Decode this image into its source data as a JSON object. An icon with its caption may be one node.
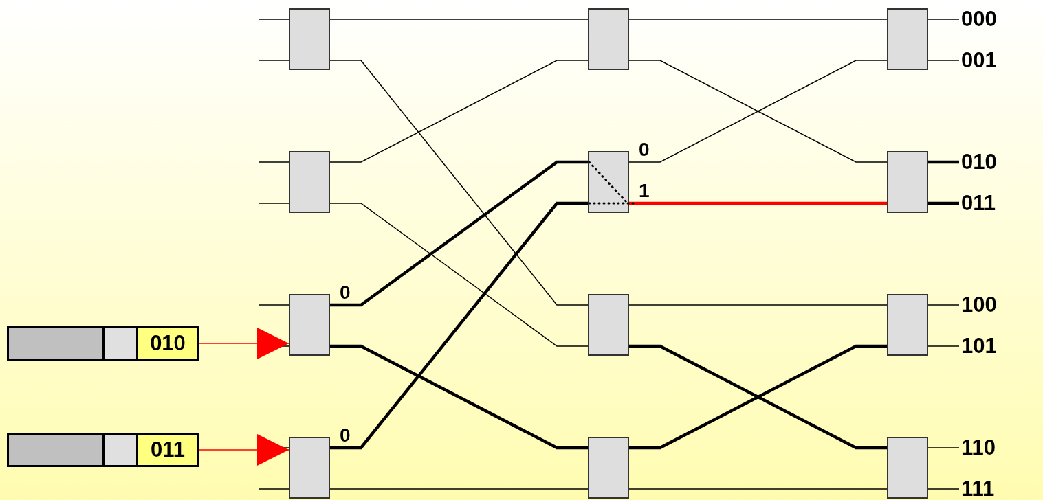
{
  "diagram": {
    "nodes": [
      {
        "text": [],
        "shape": "box"
      },
      {
        "text": [],
        "shape": "box"
      },
      {
        "text": [],
        "shape": "box"
      },
      {
        "text": [],
        "shape": "box"
      },
      {
        "text": [],
        "shape": "box"
      },
      {
        "text": [],
        "shape": "box"
      },
      {
        "text": [],
        "shape": "box"
      },
      {
        "text": [],
        "shape": "box"
      },
      {
        "text": [],
        "shape": "box"
      },
      {
        "text": [],
        "shape": "box"
      },
      {
        "text": [],
        "shape": "box"
      },
      {
        "text": [],
        "shape": "box"
      },
      {
        "text": [
          "000"
        ]
      },
      {
        "text": [
          "001"
        ]
      },
      {
        "text": [
          "010"
        ]
      },
      {
        "text": [
          "011"
        ]
      },
      {
        "text": [
          "100"
        ]
      },
      {
        "text": [
          "101"
        ]
      },
      {
        "text": [
          "110"
        ]
      },
      {
        "text": [
          "111"
        ]
      },
      {
        "text": [
          "010"
        ]
      },
      {
        "text": [
          "011"
        ]
      }
    ],
    "edges": [
      {
        "from": null,
        "to": 0,
        "arrow": "none"
      },
      {
        "from": null,
        "to": 0,
        "arrow": "none"
      },
      {
        "from": null,
        "to": 1,
        "arrow": "none"
      },
      {
        "from": null,
        "to": 1,
        "arrow": "none"
      },
      {
        "from": null,
        "to": 2,
        "arrow": "none"
      },
      {
        "from": null,
        "to": 2,
        "arrow": "none"
      },
      {
        "from": null,
        "to": 3,
        "arrow": "none"
      },
      {
        "from": null,
        "to": 3,
        "arrow": "none"
      },
      {
        "from": 0,
        "to": 4,
        "arrow": "none"
      },
      {
        "from": 0,
        "to": 6,
        "arrow": "none"
      },
      {
        "from": 1,
        "to": 4,
        "arrow": "none"
      },
      {
        "from": 1,
        "to": 6,
        "arrow": "none"
      },
      {
        "from": 2,
        "to": 5,
        "arrow": "none",
        "label": "0",
        "style": "thick"
      },
      {
        "from": 2,
        "to": 7,
        "arrow": "none",
        "style": "thick"
      },
      {
        "from": 3,
        "to": 5,
        "arrow": "none",
        "label": "0",
        "style": "thick"
      },
      {
        "from": 3,
        "to": 7,
        "arrow": "none"
      },
      {
        "from": 4,
        "to": 8,
        "arrow": "none"
      },
      {
        "from": 4,
        "to": 9,
        "arrow": "none"
      },
      {
        "from": 5,
        "to": 8,
        "arrow": "none",
        "label": "0"
      },
      {
        "from": 5,
        "to": 9,
        "arrow": "none",
        "label": "1",
        "style": "thick",
        "color": "#ff0000"
      },
      {
        "from": 6,
        "to": 10,
        "arrow": "none"
      },
      {
        "from": 6,
        "to": 11,
        "arrow": "none",
        "style": "thick"
      },
      {
        "from": 7,
        "to": 10,
        "arrow": "none",
        "style": "thick"
      },
      {
        "from": 7,
        "to": 11,
        "arrow": "none"
      },
      {
        "from": 8,
        "to": 12,
        "arrow": "none"
      },
      {
        "from": 8,
        "to": 13,
        "arrow": "none"
      },
      {
        "from": 9,
        "to": 14,
        "arrow": "none",
        "style": "thick"
      },
      {
        "from": 9,
        "to": 15,
        "arrow": "none",
        "style": "thick"
      },
      {
        "from": 10,
        "to": 16,
        "arrow": "none"
      },
      {
        "from": 10,
        "to": 17,
        "arrow": "none"
      },
      {
        "from": 11,
        "to": 18,
        "arrow": "none"
      },
      {
        "from": 11,
        "to": 19,
        "arrow": "none"
      },
      {
        "from": 20,
        "to": 2,
        "arrow": "to",
        "color": "#ff0000"
      },
      {
        "from": 21,
        "to": 3,
        "arrow": "to",
        "color": "#ff0000"
      }
    ]
  }
}
